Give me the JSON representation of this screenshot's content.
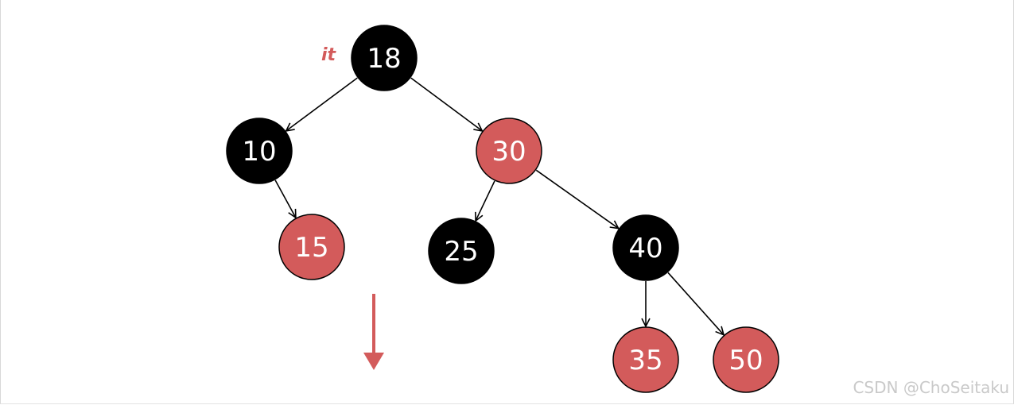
{
  "colors": {
    "black": "#000000",
    "red": "#d35b5b",
    "edge": "#000000",
    "accent": "#d35b5b",
    "watermark": "#c9c9c9"
  },
  "iterator_label": "it",
  "watermark": "CSDN @ChoSeitaku",
  "tree": {
    "nodes": [
      {
        "id": "18",
        "label": "18",
        "color": "black"
      },
      {
        "id": "10",
        "label": "10",
        "color": "black"
      },
      {
        "id": "30",
        "label": "30",
        "color": "red"
      },
      {
        "id": "15",
        "label": "15",
        "color": "red"
      },
      {
        "id": "25",
        "label": "25",
        "color": "black"
      },
      {
        "id": "40",
        "label": "40",
        "color": "black"
      },
      {
        "id": "35",
        "label": "35",
        "color": "red"
      },
      {
        "id": "50",
        "label": "50",
        "color": "red"
      }
    ],
    "edges": [
      {
        "from": "18",
        "to": "10"
      },
      {
        "from": "18",
        "to": "30"
      },
      {
        "from": "10",
        "to": "15"
      },
      {
        "from": "30",
        "to": "25"
      },
      {
        "from": "30",
        "to": "40"
      },
      {
        "from": "40",
        "to": "35"
      },
      {
        "from": "40",
        "to": "50"
      }
    ]
  }
}
